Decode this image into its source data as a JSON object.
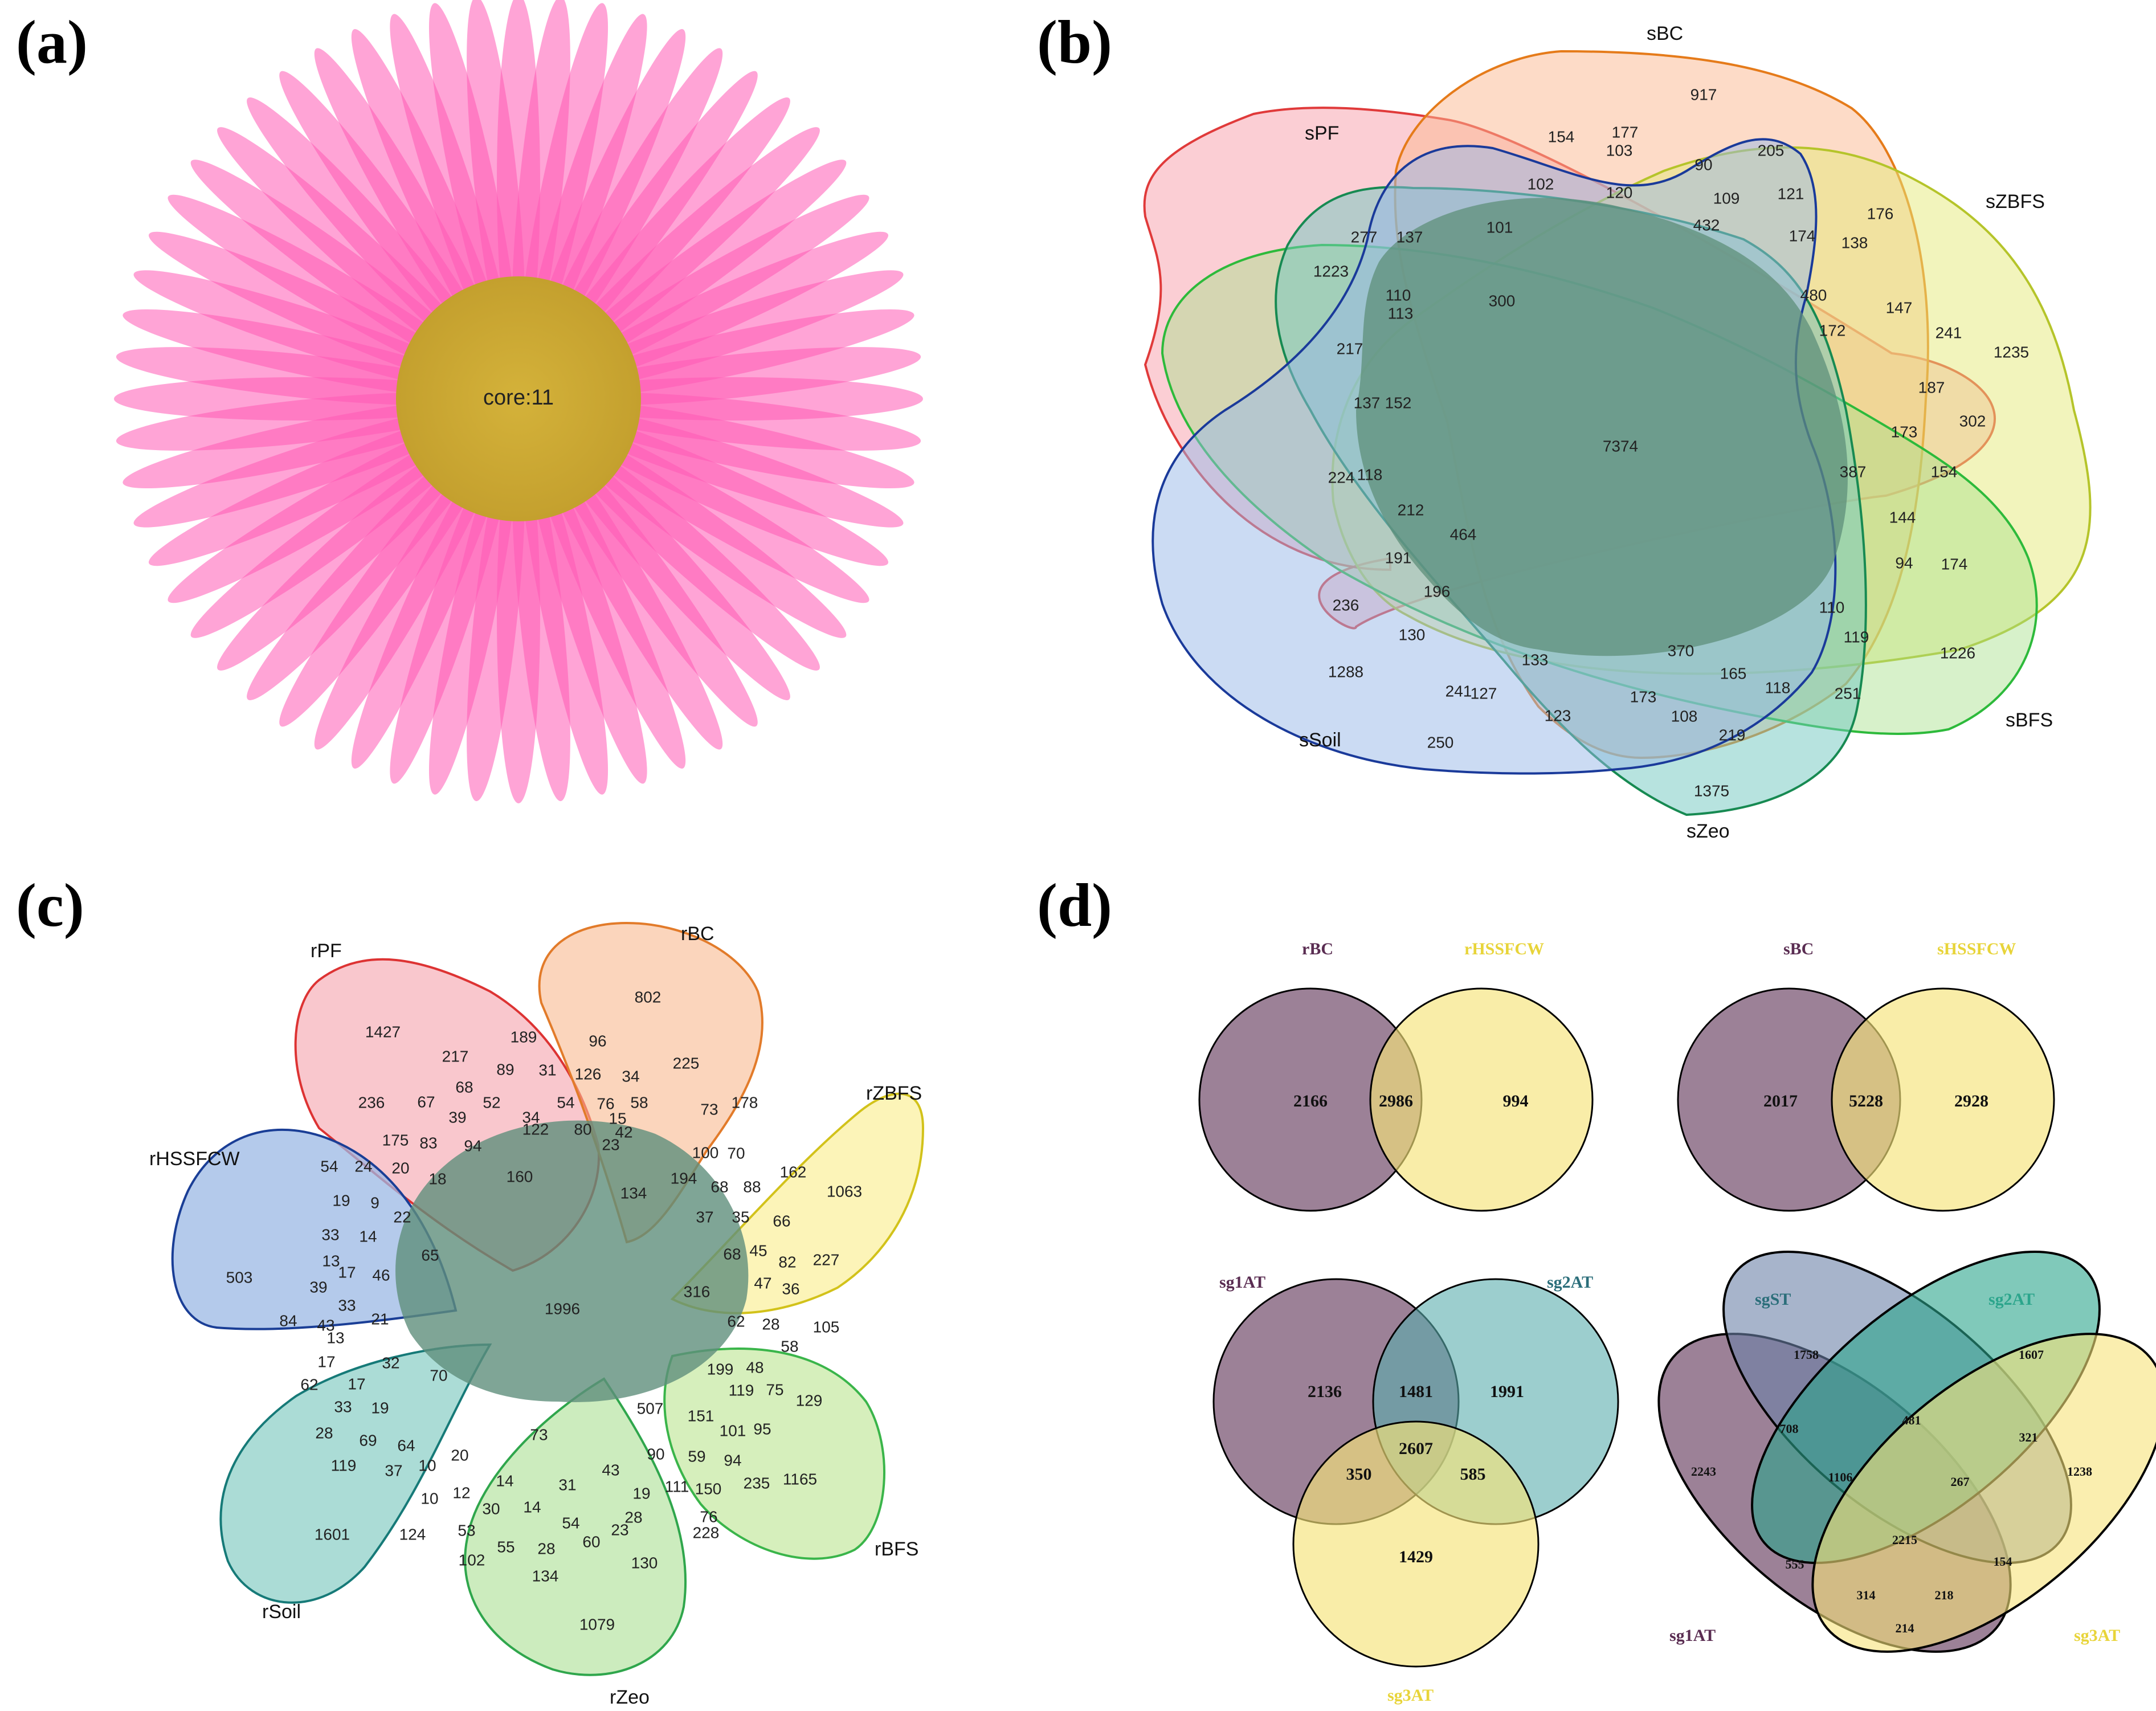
{
  "panels": {
    "a": {
      "label": "(a)",
      "core_text": "core:11",
      "petal_count": 60,
      "colors": {
        "petal": "#ff5ab4",
        "core": "#c9a832"
      }
    },
    "b": {
      "label": "(b)",
      "sets": [
        "sPF",
        "sBC",
        "sZBFS",
        "sBFS",
        "sZeo",
        "sSoil"
      ],
      "values": [
        {
          "t": "917"
        },
        {
          "t": "154"
        },
        {
          "t": "177"
        },
        {
          "t": "103"
        },
        {
          "t": "205"
        },
        {
          "t": "102"
        },
        {
          "t": "90"
        },
        {
          "t": "120"
        },
        {
          "t": "109"
        },
        {
          "t": "121"
        },
        {
          "t": "176"
        },
        {
          "t": "432"
        },
        {
          "t": "174"
        },
        {
          "t": "138"
        },
        {
          "t": "277"
        },
        {
          "t": "137"
        },
        {
          "t": "101"
        },
        {
          "t": "1223"
        },
        {
          "t": "110"
        },
        {
          "t": "300"
        },
        {
          "t": "480"
        },
        {
          "t": "147"
        },
        {
          "t": "113"
        },
        {
          "t": "172"
        },
        {
          "t": "241"
        },
        {
          "t": "1235"
        },
        {
          "t": "217"
        },
        {
          "t": "187"
        },
        {
          "t": "137"
        },
        {
          "t": "152"
        },
        {
          "t": "7374"
        },
        {
          "t": "302"
        },
        {
          "t": "173"
        },
        {
          "t": "224"
        },
        {
          "t": "118"
        },
        {
          "t": "387"
        },
        {
          "t": "154"
        },
        {
          "t": "212"
        },
        {
          "t": "464"
        },
        {
          "t": "144"
        },
        {
          "t": "191"
        },
        {
          "t": "94"
        },
        {
          "t": "174"
        },
        {
          "t": "196"
        },
        {
          "t": "236"
        },
        {
          "t": "110"
        },
        {
          "t": "130"
        },
        {
          "t": "119"
        },
        {
          "t": "370"
        },
        {
          "t": "1226"
        },
        {
          "t": "133"
        },
        {
          "t": "165"
        },
        {
          "t": "1288"
        },
        {
          "t": "241"
        },
        {
          "t": "127"
        },
        {
          "t": "173"
        },
        {
          "t": "118"
        },
        {
          "t": "251"
        },
        {
          "t": "123"
        },
        {
          "t": "108"
        },
        {
          "t": "250"
        },
        {
          "t": "219"
        },
        {
          "t": "1375"
        }
      ]
    },
    "c": {
      "label": "(c)",
      "sets": [
        "rPF",
        "rBC",
        "rZBFS",
        "rBFS",
        "rZeo",
        "rSoil",
        "rHSSFCW"
      ],
      "values": [
        {
          "t": "802"
        },
        {
          "t": "1427"
        },
        {
          "t": "189"
        },
        {
          "t": "96"
        },
        {
          "t": "217"
        },
        {
          "t": "225"
        },
        {
          "t": "89"
        },
        {
          "t": "31"
        },
        {
          "t": "126"
        },
        {
          "t": "68"
        },
        {
          "t": "34"
        },
        {
          "t": "178"
        },
        {
          "t": "236"
        },
        {
          "t": "67"
        },
        {
          "t": "52"
        },
        {
          "t": "54"
        },
        {
          "t": "76"
        },
        {
          "t": "58"
        },
        {
          "t": "73"
        },
        {
          "t": "39"
        },
        {
          "t": "34"
        },
        {
          "t": "15"
        },
        {
          "t": "175"
        },
        {
          "t": "83"
        },
        {
          "t": "94"
        },
        {
          "t": "122"
        },
        {
          "t": "80"
        },
        {
          "t": "42"
        },
        {
          "t": "100"
        },
        {
          "t": "70"
        },
        {
          "t": "23"
        },
        {
          "t": "162"
        },
        {
          "t": "54"
        },
        {
          "t": "24"
        },
        {
          "t": "20"
        },
        {
          "t": "18"
        },
        {
          "t": "160"
        },
        {
          "t": "134"
        },
        {
          "t": "194"
        },
        {
          "t": "68"
        },
        {
          "t": "88"
        },
        {
          "t": "1063"
        },
        {
          "t": "19"
        },
        {
          "t": "9"
        },
        {
          "t": "22"
        },
        {
          "t": "37"
        },
        {
          "t": "35"
        },
        {
          "t": "66"
        },
        {
          "t": "33"
        },
        {
          "t": "14"
        },
        {
          "t": "65"
        },
        {
          "t": "68"
        },
        {
          "t": "45"
        },
        {
          "t": "227"
        },
        {
          "t": "13"
        },
        {
          "t": "82"
        },
        {
          "t": "503"
        },
        {
          "t": "17"
        },
        {
          "t": "46"
        },
        {
          "t": "47"
        },
        {
          "t": "39"
        },
        {
          "t": "1996"
        },
        {
          "t": "316"
        },
        {
          "t": "36"
        },
        {
          "t": "33"
        },
        {
          "t": "105"
        },
        {
          "t": "84"
        },
        {
          "t": "43"
        },
        {
          "t": "21"
        },
        {
          "t": "62"
        },
        {
          "t": "28"
        },
        {
          "t": "13"
        },
        {
          "t": "58"
        },
        {
          "t": "17"
        },
        {
          "t": "32"
        },
        {
          "t": "70"
        },
        {
          "t": "199"
        },
        {
          "t": "48"
        },
        {
          "t": "17"
        },
        {
          "t": "62"
        },
        {
          "t": "119"
        },
        {
          "t": "75"
        },
        {
          "t": "129"
        },
        {
          "t": "33"
        },
        {
          "t": "19"
        },
        {
          "t": "507"
        },
        {
          "t": "151"
        },
        {
          "t": "101"
        },
        {
          "t": "95"
        },
        {
          "t": "28"
        },
        {
          "t": "69"
        },
        {
          "t": "64"
        },
        {
          "t": "73"
        },
        {
          "t": "90"
        },
        {
          "t": "59"
        },
        {
          "t": "94"
        },
        {
          "t": "119"
        },
        {
          "t": "37"
        },
        {
          "t": "10"
        },
        {
          "t": "20"
        },
        {
          "t": "43"
        },
        {
          "t": "235"
        },
        {
          "t": "1165"
        },
        {
          "t": "14"
        },
        {
          "t": "31"
        },
        {
          "t": "111"
        },
        {
          "t": "150"
        },
        {
          "t": "10"
        },
        {
          "t": "12"
        },
        {
          "t": "19"
        },
        {
          "t": "1601"
        },
        {
          "t": "124"
        },
        {
          "t": "53"
        },
        {
          "t": "30"
        },
        {
          "t": "14"
        },
        {
          "t": "54"
        },
        {
          "t": "28"
        },
        {
          "t": "76"
        },
        {
          "t": "228"
        },
        {
          "t": "102"
        },
        {
          "t": "55"
        },
        {
          "t": "28"
        },
        {
          "t": "60"
        },
        {
          "t": "23"
        },
        {
          "t": "134"
        },
        {
          "t": "130"
        },
        {
          "t": "1079"
        }
      ]
    },
    "d": {
      "label": "(d)",
      "venn1": {
        "left": "rBC",
        "right": "rHSSFCW",
        "values": [
          "2166",
          "2986",
          "994"
        ]
      },
      "venn2": {
        "left": "sBC",
        "right": "sHSSFCW",
        "values": [
          "2017",
          "5228",
          "2928"
        ]
      },
      "venn3": {
        "sets": [
          "sg1AT",
          "sg2AT",
          "sg3AT"
        ],
        "values": [
          "2136",
          "1481",
          "1991",
          "2607",
          "350",
          "585",
          "1429"
        ]
      },
      "venn4": {
        "sets": [
          "sgST",
          "sg2AT",
          "sg1AT",
          "sg3AT"
        ],
        "values": [
          "1758",
          "1607",
          "708",
          "481",
          "321",
          "2243",
          "1106",
          "267",
          "1238",
          "2215",
          "555",
          "154",
          "314",
          "218",
          "214"
        ]
      },
      "colors": {
        "purple": "#5a2d52",
        "yellow": "#f6e37a",
        "teal": "#5aaeae",
        "blue": "#6c82a8",
        "green": "#2ca58c",
        "name_purple": "#5a2d52",
        "name_yellow": "#e8d43a",
        "name_teal": "#2b6e7a"
      }
    }
  }
}
